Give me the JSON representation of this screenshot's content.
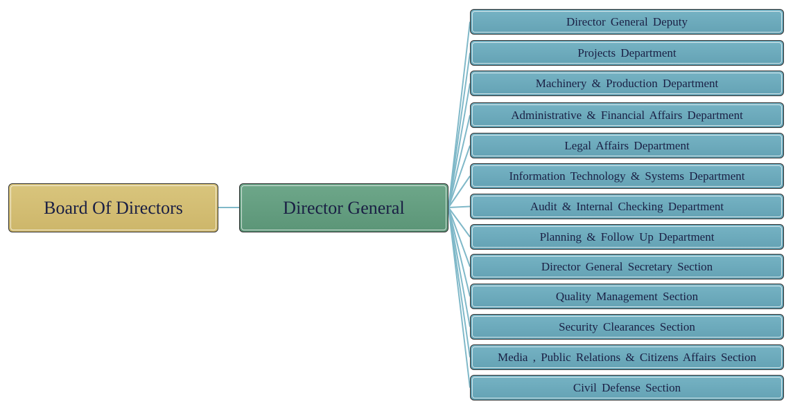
{
  "root": {
    "label": "Board Of Directors",
    "fill": "#d2bd73"
  },
  "director_general": {
    "label": "Director General",
    "fill": "#65a082"
  },
  "departments": [
    {
      "label": "Director General Deputy"
    },
    {
      "label": "Projects Department"
    },
    {
      "label": "Machinery  & Production Department"
    },
    {
      "label": "Administrative  & Financial Affairs Department"
    },
    {
      "label": "Legal Affairs Department"
    },
    {
      "label": "Information Technology  & Systems Department"
    },
    {
      "label": "Audit & Internal Checking Department"
    },
    {
      "label": "Planning & Follow Up Department"
    },
    {
      "label": "Director General Secretary Section"
    },
    {
      "label": "Quality Management Section"
    },
    {
      "label": "Security Clearances Section"
    },
    {
      "label": "Media , Public Relations & Citizens Affairs Section"
    },
    {
      "label": "Civil Defense Section"
    }
  ],
  "colors": {
    "department_fill": "#6dabbd",
    "connector": "#7fb8c8",
    "border": "#2e2e2e",
    "text": "#1a1f44"
  }
}
